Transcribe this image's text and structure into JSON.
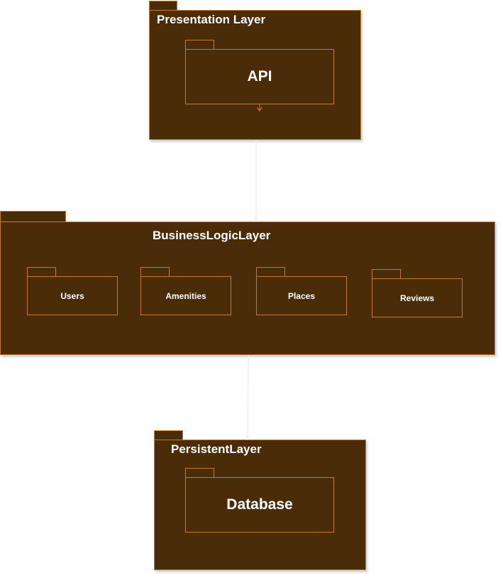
{
  "diagram": {
    "presentation": {
      "title": "Presentation Layer",
      "module": "API"
    },
    "business": {
      "title": "BusinessLogicLayer",
      "modules": [
        "Users",
        "Amenities",
        "Places",
        "Reviews"
      ]
    },
    "persistent": {
      "title": "PersistentLayer",
      "module": "Database"
    },
    "colors": {
      "package_fill": "#4a2d08",
      "package_stroke": "#c47a2c",
      "text": "#ffffff",
      "connector": "#f2f2f2"
    }
  }
}
